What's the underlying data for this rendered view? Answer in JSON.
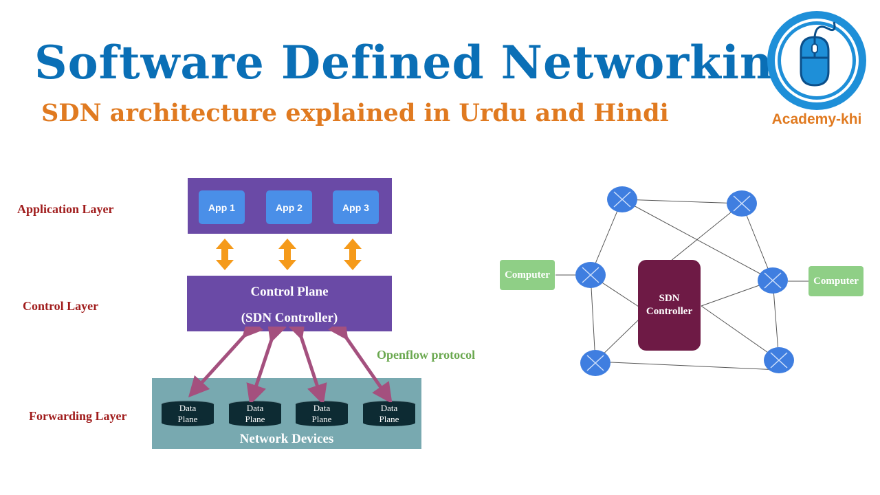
{
  "header": {
    "title": "Software Defined Networking",
    "subtitle": "SDN architecture explained in Urdu and Hindi",
    "logo_text": "Academy-khi"
  },
  "layers": {
    "application": "Application Layer",
    "control": "Control Layer",
    "forwarding": "Forwarding Layer"
  },
  "apps": [
    "App 1",
    "App 2",
    "App 3"
  ],
  "control_plane": {
    "line1": "Control Plane",
    "line2": "(SDN Controller)"
  },
  "data_planes": [
    {
      "line1": "Data",
      "line2": "Plane"
    },
    {
      "line1": "Data",
      "line2": "Plane"
    },
    {
      "line1": "Data",
      "line2": "Plane"
    },
    {
      "line1": "Data",
      "line2": "Plane"
    }
  ],
  "network_devices": "Network Devices",
  "protocol_label": "Openflow protocol",
  "topology": {
    "computer_left": "Computer",
    "computer_right": "Computer",
    "controller_line1": "SDN",
    "controller_line2": "Controller"
  },
  "colors": {
    "title": "#0a6fb6",
    "subtitle": "#e07a20",
    "layer_label": "#a01c1c",
    "layer_box": "#6a4aa6",
    "app_button": "#4a8fe8",
    "orange_arrow": "#f59a1a",
    "openflow_arrow": "#a4507e",
    "forwarding_box": "#78a9b0",
    "switch_node": "#3f7ee0",
    "computer": "#8fcf86",
    "sdn_controller": "#6e1a45"
  }
}
